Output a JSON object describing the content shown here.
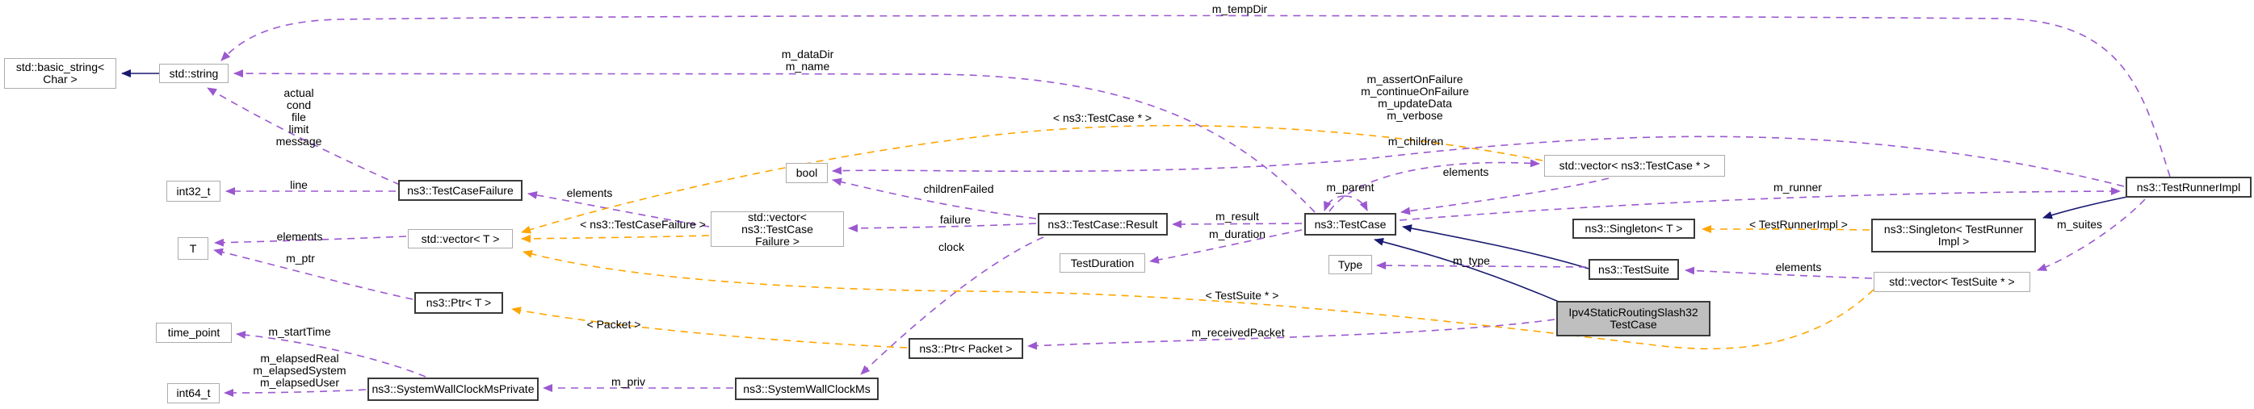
{
  "diagram": {
    "kind": "collaboration-graph",
    "boxes": {
      "basic_string": "std::basic_string<\nChar >",
      "std_string": "std::string",
      "int32_t": "int32_t",
      "testcasefailure": "ns3::TestCaseFailure",
      "t": "T",
      "vector_t": "std::vector< T >",
      "vector_testcasefailure": "std::vector< ns3::TestCase\nFailure >",
      "bool": "bool",
      "ptr_t": "ns3::Ptr< T >",
      "ptr_packet": "ns3::Ptr< Packet >",
      "time_point": "time_point",
      "int64_t": "int64_t",
      "systemwallclockmsprivate": "ns3::SystemWallClockMsPrivate",
      "systemwallclockms": "ns3::SystemWallClockMs",
      "testcase_result": "ns3::TestCase::Result",
      "testduration": "TestDuration",
      "testcase": "ns3::TestCase",
      "type": "Type",
      "vector_testcase_ptr": "std::vector< ns3::TestCase * >",
      "singleton_t": "ns3::Singleton< T >",
      "testsuite": "ns3::TestSuite",
      "ipv4_static_routing_slash32_testcase": "Ipv4StaticRoutingSlash32\nTestCase",
      "singleton_testrunnerimpl": "ns3::Singleton< TestRunner\nImpl >",
      "vector_testsuite_ptr": "std::vector< TestSuite * >",
      "testrunnerimpl": "ns3::TestRunnerImpl"
    },
    "edge_labels": {
      "m_tempDir": "m_tempDir",
      "name_fields": "m_dataDir\nm_name",
      "failure_fields": "actual\ncond\nfile\nlimit\nmessage",
      "line": "line",
      "elements_failure": "elements",
      "template_testcase_ptr": "< ns3::TestCase * >",
      "runner_flags": "m_assertOnFailure\nm_continueOnFailure\nm_updateData\nm_verbose",
      "m_children": "m_children",
      "elements_children": "elements",
      "m_parent": "m_parent",
      "m_runner": "m_runner",
      "childrenFailed": "childrenFailed",
      "template_testcasefailure": "< ns3::TestCaseFailure >",
      "failure": "failure",
      "m_result": "m_result",
      "m_duration": "m_duration",
      "template_testrunnerimpl": "< TestRunnerImpl >",
      "m_suites": "m_suites",
      "elements_vector_t": "elements",
      "clock": "clock",
      "m_ptr": "m_ptr",
      "m_type": "m_type",
      "elements_suites": "elements",
      "template_testsuite_ptr": "< TestSuite * >",
      "template_packet": "< Packet >",
      "m_startTime": "m_startTime",
      "m_receivedPacket": "m_receivedPacket",
      "elapsed_fields": "m_elapsedReal\nm_elapsedSystem\nm_elapsedUser",
      "m_priv": "m_priv"
    },
    "colors": {
      "usage_edge": "#9b58d0",
      "template_edge": "#ffa500",
      "inheritance_edge": "#191970",
      "current_class_fill": "#bfbfbf",
      "box_border": "#acacac",
      "documented_box_border": "#3a3a3a"
    }
  }
}
